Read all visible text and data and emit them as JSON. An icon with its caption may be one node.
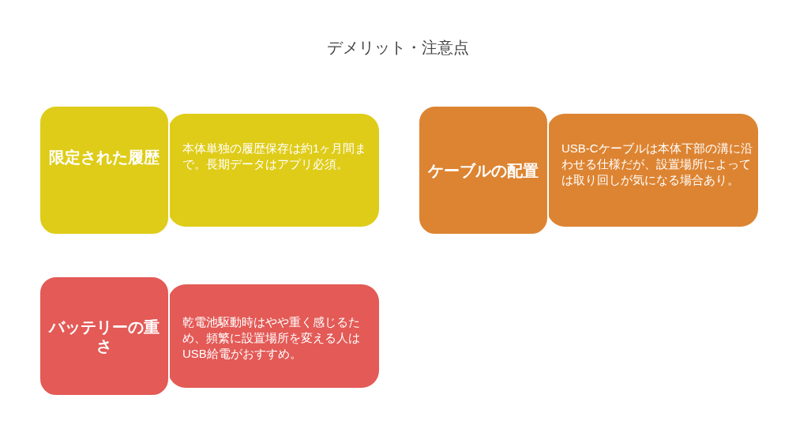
{
  "diagram": {
    "title": "デメリット・注意点",
    "nodes": [
      {
        "text": [
          "限定された履歴"
        ]
      },
      {
        "text": [
          "本体単独の履歴保存は約1ヶ月間まで。長期データはアプリ必須。"
        ]
      },
      {
        "text": [
          "ケーブルの配置"
        ]
      },
      {
        "text": [
          "USB-Cケーブルは本体下部の溝に沿わせる仕様だが、設置場所によっては取り回しが気になる場合あり。"
        ]
      },
      {
        "text": [
          "バッテリーの重さ"
        ]
      },
      {
        "text": [
          "乾電池駆動時はやや重く感じるため、頻繁に設置場所を変える人はUSB給電がおすすめ。"
        ]
      }
    ]
  }
}
